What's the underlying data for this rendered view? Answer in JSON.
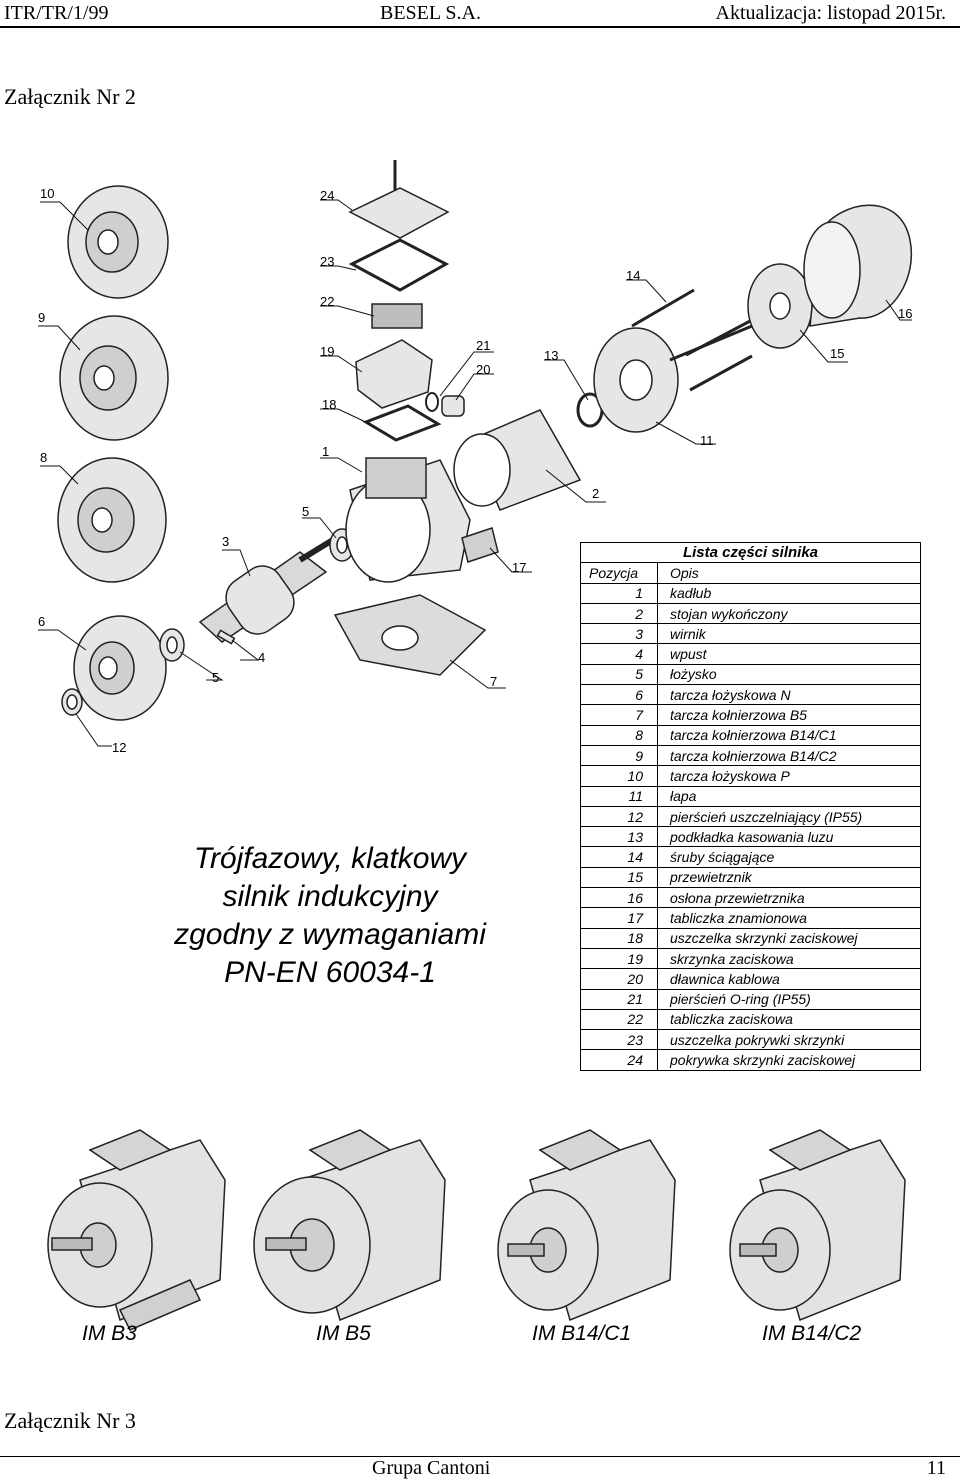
{
  "header": {
    "left": "ITR/TR/1/99",
    "center": "BESEL S.A.",
    "right": "Aktualizacja: listopad 2015r."
  },
  "annex2": "Załącznik Nr 2",
  "annex3": "Załącznik Nr 3",
  "diagram": {
    "callouts": [
      "1",
      "2",
      "3",
      "4",
      "5",
      "5",
      "6",
      "7",
      "8",
      "9",
      "10",
      "11",
      "12",
      "13",
      "14",
      "15",
      "16",
      "17",
      "18",
      "19",
      "20",
      "21",
      "22",
      "23",
      "24"
    ]
  },
  "title": [
    "Trójfazowy, klatkowy",
    "silnik indukcyjny",
    "zgodny z wymaganiami",
    "PN-EN 60034-1"
  ],
  "parts_table": {
    "caption": "Lista części silnika",
    "headers": [
      "Pozycja",
      "Opis"
    ],
    "rows": [
      [
        "1",
        "kadłub"
      ],
      [
        "2",
        "stojan wykończony"
      ],
      [
        "3",
        "wirnik"
      ],
      [
        "4",
        "wpust"
      ],
      [
        "5",
        "łożysko"
      ],
      [
        "6",
        "tarcza łożyskowa N"
      ],
      [
        "7",
        "tarcza kołnierzowa B5"
      ],
      [
        "8",
        "tarcza kołnierzowa B14/C1"
      ],
      [
        "9",
        "tarcza kołnierzowa B14/C2"
      ],
      [
        "10",
        "tarcza łożyskowa P"
      ],
      [
        "11",
        "łapa"
      ],
      [
        "12",
        "pierścień uszczelniający (IP55)"
      ],
      [
        "13",
        "podkładka kasowania luzu"
      ],
      [
        "14",
        "śruby ściągające"
      ],
      [
        "15",
        "przewietrznik"
      ],
      [
        "16",
        "osłona przewietrznika"
      ],
      [
        "17",
        "tabliczka znamionowa"
      ],
      [
        "18",
        "uszczelka skrzynki zaciskowej"
      ],
      [
        "19",
        "skrzynka zaciskowa"
      ],
      [
        "20",
        "dławnica kablowa"
      ],
      [
        "21",
        "pierścień O-ring  (IP55)"
      ],
      [
        "22",
        "tabliczka zaciskowa"
      ],
      [
        "23",
        "uszczelka pokrywki skrzynki"
      ],
      [
        "24",
        "pokrywka skrzynki zaciskowej"
      ]
    ]
  },
  "motor_labels": [
    "IM B3",
    "IM B5",
    "IM B14/C1",
    "IM B14/C2"
  ],
  "footer": {
    "center": "Grupa Cantoni",
    "page": "11"
  }
}
